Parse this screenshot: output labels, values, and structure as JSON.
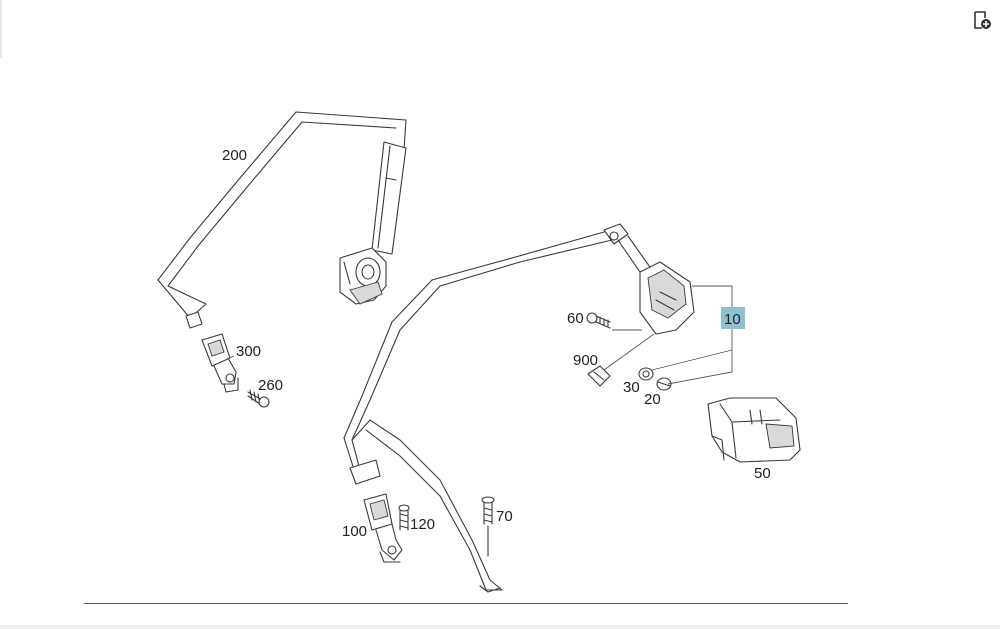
{
  "toolbar": {
    "add_icon": "add-to-list-icon"
  },
  "callouts": [
    {
      "id": "200",
      "label": "200"
    },
    {
      "id": "300",
      "label": "300"
    },
    {
      "id": "260",
      "label": "260"
    },
    {
      "id": "60",
      "label": "60"
    },
    {
      "id": "900",
      "label": "900"
    },
    {
      "id": "10",
      "label": "10",
      "highlighted": true
    },
    {
      "id": "30",
      "label": "30"
    },
    {
      "id": "20",
      "label": "20"
    },
    {
      "id": "50",
      "label": "50"
    },
    {
      "id": "70",
      "label": "70"
    },
    {
      "id": "100",
      "label": "100"
    },
    {
      "id": "120",
      "label": "120"
    }
  ],
  "colors": {
    "highlight": "#8fc1d4",
    "line": "#3a3a3a"
  }
}
